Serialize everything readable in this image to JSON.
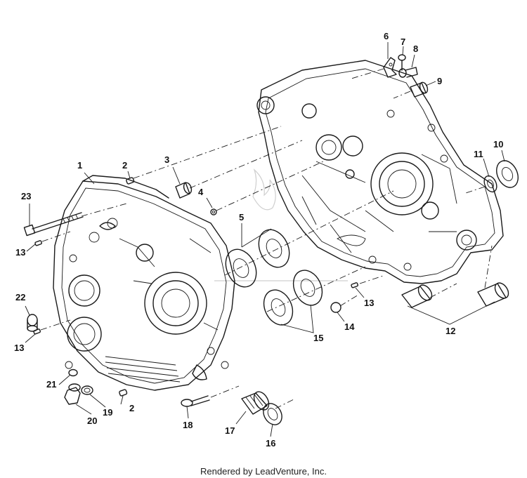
{
  "diagram": {
    "labels": {
      "l1": "1",
      "l2a": "2",
      "l2b": "2",
      "l3": "3",
      "l4": "4",
      "l5": "5",
      "l6": "6",
      "l7": "7",
      "l8": "8",
      "l9": "9",
      "l10": "10",
      "l11": "11",
      "l12": "12",
      "l13a": "13",
      "l13b": "13",
      "l13c": "13",
      "l14": "14",
      "l15": "15",
      "l16": "16",
      "l17": "17",
      "l18": "18",
      "l19": "19",
      "l20": "20",
      "l21": "21",
      "l22": "22",
      "l23": "23"
    },
    "footer": "Rendered by LeadVenture, Inc."
  }
}
